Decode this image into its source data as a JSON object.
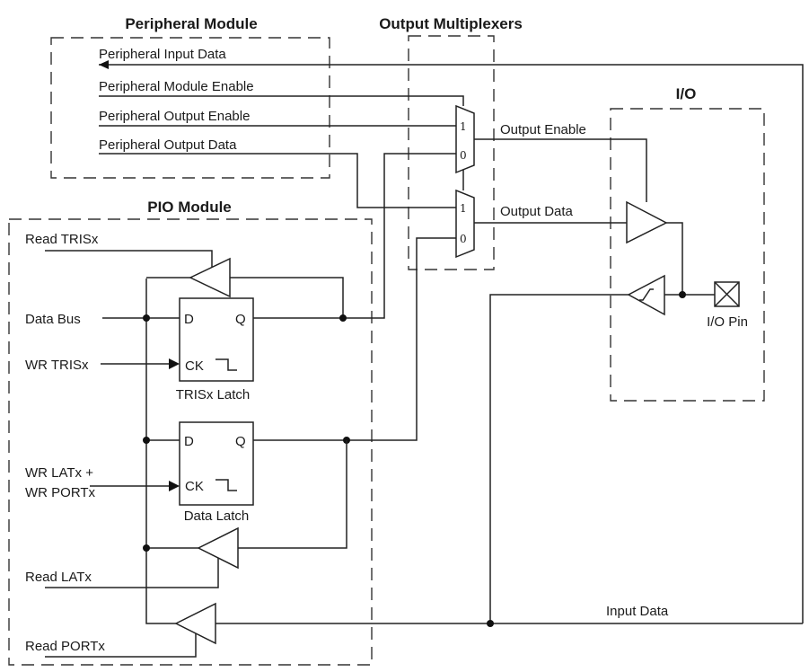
{
  "titles": {
    "peripheral_module": "Peripheral Module",
    "output_multiplexers": "Output Multiplexers",
    "io": "I/O",
    "pio_module": "PIO Module"
  },
  "signals": {
    "peripheral_input_data": "Peripheral Input Data",
    "peripheral_module_enable": "Peripheral Module Enable",
    "peripheral_output_enable": "Peripheral Output Enable",
    "peripheral_output_data": "Peripheral Output Data",
    "output_enable": "Output Enable",
    "output_data": "Output Data",
    "input_data": "Input Data",
    "read_trisx": "Read TRISx",
    "data_bus": "Data Bus",
    "wr_trisx": "WR TRISx",
    "wr_latx_line1": "WR LATx +",
    "wr_latx_line2": "WR PORTx",
    "read_latx": "Read LATx",
    "read_portx": "Read PORTx"
  },
  "latches": {
    "tris": {
      "d": "D",
      "q": "Q",
      "ck": "CK",
      "name": "TRISx Latch"
    },
    "data": {
      "d": "D",
      "q": "Q",
      "ck": "CK",
      "name": "Data Latch"
    }
  },
  "mux": {
    "top": {
      "in1": "1",
      "in0": "0"
    },
    "bottom": {
      "in1": "1",
      "in0": "0"
    }
  },
  "io_pin": {
    "label": "I/O Pin"
  }
}
